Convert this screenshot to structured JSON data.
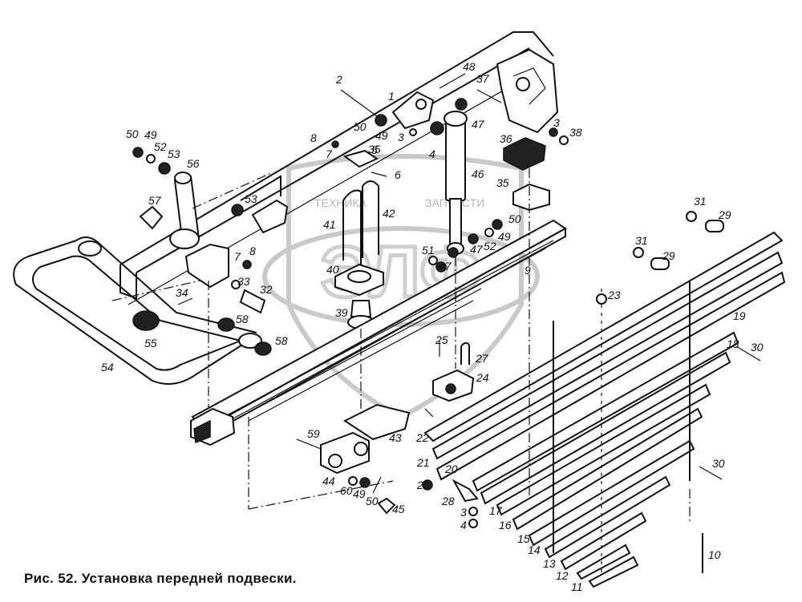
{
  "caption": "Рис. 52. Установка передней подвески.",
  "watermark": {
    "top_left": "ТЕХНИКА",
    "top_right": "ЗАПЧАСТИ",
    "logo": "ЭЛФ"
  },
  "callouts": [
    {
      "id": "1",
      "text": "1"
    },
    {
      "id": "2",
      "text": "2"
    },
    {
      "id": "3a",
      "text": "3"
    },
    {
      "id": "3b",
      "text": "3"
    },
    {
      "id": "3c",
      "text": "3"
    },
    {
      "id": "4a",
      "text": "4"
    },
    {
      "id": "4b",
      "text": "4"
    },
    {
      "id": "5",
      "text": "5"
    },
    {
      "id": "6",
      "text": "6"
    },
    {
      "id": "7a",
      "text": "7"
    },
    {
      "id": "7b",
      "text": "7"
    },
    {
      "id": "8a",
      "text": "8"
    },
    {
      "id": "8b",
      "text": "8"
    },
    {
      "id": "9",
      "text": "9"
    },
    {
      "id": "10",
      "text": "10"
    },
    {
      "id": "11",
      "text": "11"
    },
    {
      "id": "12",
      "text": "12"
    },
    {
      "id": "13",
      "text": "13"
    },
    {
      "id": "14",
      "text": "14"
    },
    {
      "id": "15",
      "text": "15"
    },
    {
      "id": "16",
      "text": "16"
    },
    {
      "id": "17",
      "text": "17"
    },
    {
      "id": "18",
      "text": "18"
    },
    {
      "id": "19",
      "text": "19"
    },
    {
      "id": "20",
      "text": "20"
    },
    {
      "id": "21",
      "text": "21"
    },
    {
      "id": "22",
      "text": "22"
    },
    {
      "id": "23",
      "text": "23"
    },
    {
      "id": "24",
      "text": "24"
    },
    {
      "id": "25",
      "text": "25"
    },
    {
      "id": "26",
      "text": "26"
    },
    {
      "id": "27",
      "text": "27"
    },
    {
      "id": "28",
      "text": "28"
    },
    {
      "id": "29a",
      "text": "29"
    },
    {
      "id": "29b",
      "text": "29"
    },
    {
      "id": "30a",
      "text": "30"
    },
    {
      "id": "30b",
      "text": "30"
    },
    {
      "id": "31a",
      "text": "31"
    },
    {
      "id": "31b",
      "text": "31"
    },
    {
      "id": "32",
      "text": "32"
    },
    {
      "id": "33",
      "text": "33"
    },
    {
      "id": "34",
      "text": "34"
    },
    {
      "id": "35a",
      "text": "35"
    },
    {
      "id": "35b",
      "text": "35"
    },
    {
      "id": "36",
      "text": "36"
    },
    {
      "id": "37",
      "text": "37"
    },
    {
      "id": "38",
      "text": "38"
    },
    {
      "id": "39",
      "text": "39"
    },
    {
      "id": "40",
      "text": "40"
    },
    {
      "id": "41",
      "text": "41"
    },
    {
      "id": "42",
      "text": "42"
    },
    {
      "id": "43",
      "text": "43"
    },
    {
      "id": "44",
      "text": "44"
    },
    {
      "id": "45",
      "text": "45"
    },
    {
      "id": "46",
      "text": "46"
    },
    {
      "id": "47a",
      "text": "47"
    },
    {
      "id": "47b",
      "text": "47"
    },
    {
      "id": "47c",
      "text": "47"
    },
    {
      "id": "48",
      "text": "48"
    },
    {
      "id": "49a",
      "text": "49"
    },
    {
      "id": "49b",
      "text": "49"
    },
    {
      "id": "49c",
      "text": "49"
    },
    {
      "id": "49d",
      "text": "49"
    },
    {
      "id": "50a",
      "text": "50"
    },
    {
      "id": "50b",
      "text": "50"
    },
    {
      "id": "50c",
      "text": "50"
    },
    {
      "id": "50d",
      "text": "50"
    },
    {
      "id": "51",
      "text": "51"
    },
    {
      "id": "52a",
      "text": "52"
    },
    {
      "id": "52b",
      "text": "52"
    },
    {
      "id": "53a",
      "text": "53"
    },
    {
      "id": "53b",
      "text": "53"
    },
    {
      "id": "54",
      "text": "54"
    },
    {
      "id": "55",
      "text": "55"
    },
    {
      "id": "56",
      "text": "56"
    },
    {
      "id": "57",
      "text": "57"
    },
    {
      "id": "58a",
      "text": "58"
    },
    {
      "id": "58b",
      "text": "58"
    },
    {
      "id": "59",
      "text": "59"
    },
    {
      "id": "60",
      "text": "60"
    }
  ]
}
